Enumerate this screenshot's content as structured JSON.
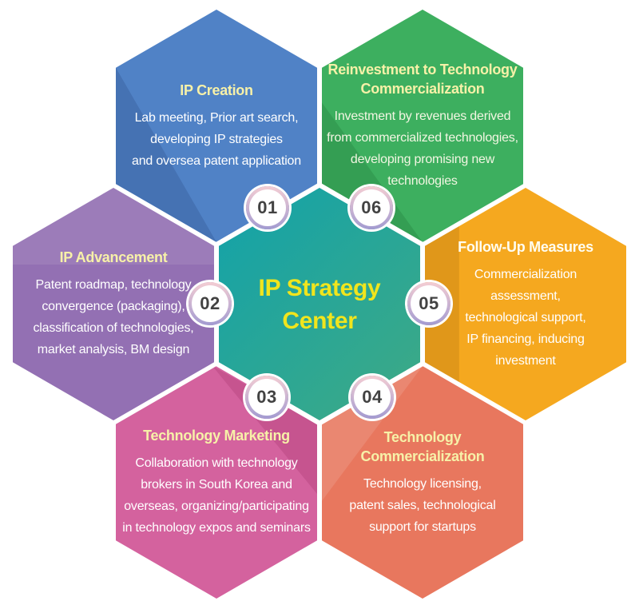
{
  "page": {
    "background_color": "#ffffff"
  },
  "center": {
    "title": "IP Strategy\nCenter",
    "title_color": "#f0e51d",
    "color_from": "#12a2aa",
    "color_to": "#3faa84"
  },
  "badge": {
    "ring_top_color": "#f4cdd3",
    "ring_bottom_color": "#a39bd1",
    "number_color": "#424242",
    "fill_color": "#ffffff"
  },
  "hexagons": [
    {
      "id": "ip-creation",
      "number": "01",
      "position": "top-left",
      "color": "#5082c6",
      "title": "IP Creation",
      "title_color": "#f7f1a8",
      "body": "Lab meeting, Prior art search,\ndeveloping IP strategies\nand oversea patent application",
      "body_color": "#ffffff"
    },
    {
      "id": "ip-advancement",
      "number": "02",
      "position": "middle-left",
      "color": "#9370b3",
      "title": "IP Advancement",
      "title_color": "#f7f1a8",
      "body": "Patent roadmap, technology\nconvergence (packaging),\nclassification of technologies,\nmarket analysis, BM design",
      "body_color": "#ffffff"
    },
    {
      "id": "technology-marketing",
      "number": "03",
      "position": "bottom-left",
      "color": "#d4629e",
      "title": "Technology Marketing",
      "title_color": "#f7f1a8",
      "body": "Collaboration with technology\nbrokers in South Korea and\noverseas, organizing/participating\nin technology expos and seminars",
      "body_color": "#ffffff"
    },
    {
      "id": "technology-commercialization",
      "number": "04",
      "position": "bottom-right",
      "color": "#e8775e",
      "title": "Technology Commercialization",
      "title_color": "#f7f1a8",
      "body": "Technology licensing,\npatent sales, technological\nsupport for startups",
      "body_color": "#ffffff"
    },
    {
      "id": "follow-up-measures",
      "number": "05",
      "position": "middle-right",
      "color": "#f5a81f",
      "title": "Follow-Up Measures",
      "title_color": "#fffdf0",
      "body": "Commercialization\nassessment,\ntechnological support,\nIP financing, inducing\ninvestment",
      "body_color": "#ffffff"
    },
    {
      "id": "reinvestment-to-technology-commercialization",
      "number": "06",
      "position": "top-right",
      "color": "#3daf5f",
      "title": "Reinvestment to Technology\nCommercialization",
      "title_color": "#f7f1a8",
      "body": "Investment by revenues derived\nfrom commercialized technologies,\ndeveloping promising new\ntechnologies",
      "body_color": "#f2f6e2"
    }
  ]
}
